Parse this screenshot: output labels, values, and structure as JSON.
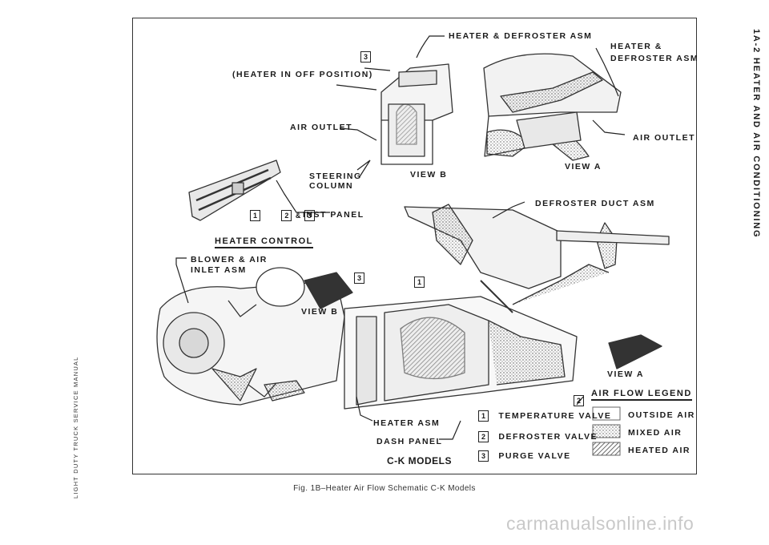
{
  "page": {
    "side_header": "1A-2  HEATER AND AIR CONDITIONING",
    "side_footer": "LIGHT DUTY TRUCK SERVICE MANUAL",
    "caption": "Fig. 1B–Heater Air Flow Schematic C-K Models",
    "watermark": "carmanualsonline.info"
  },
  "figure": {
    "title": "C-K MODELS",
    "heater_control_heading": "HEATER CONTROL",
    "labels": {
      "heater_defroster_top": "HEATER & DEFROSTER ASM",
      "heater_off_position": "(HEATER IN OFF POSITION)",
      "air_outlet_left": "AIR OUTLET",
      "steering_column_1": "STEERING",
      "steering_column_2": "COLUMN",
      "view_b_top": "VIEW B",
      "heater_defroster_right_1": "HEATER &",
      "heater_defroster_right_2": "DEFROSTER ASM",
      "air_outlet_right": "AIR OUTLET",
      "view_a_top": "VIEW A",
      "inst_panel": "INST PANEL",
      "defroster_duct": "DEFROSTER DUCT ASM",
      "blower_1": "BLOWER & AIR",
      "blower_2": "INLET ASM",
      "view_b_lower": "VIEW B",
      "view_a_lower": "VIEW A",
      "heater_asm": "HEATER ASM",
      "dash_panel": "DASH PANEL",
      "control_amp": "&"
    },
    "callouts": {
      "c1": "1",
      "c2": "2",
      "c3": "3"
    },
    "valves": [
      {
        "num": "1",
        "label": "TEMPERATURE VALVE"
      },
      {
        "num": "2",
        "label": "DEFROSTER VALVE"
      },
      {
        "num": "3",
        "label": "PURGE VALVE"
      }
    ],
    "legend": {
      "heading": "AIR FLOW LEGEND",
      "items": [
        {
          "label": "OUTSIDE AIR"
        },
        {
          "label": "MIXED AIR"
        },
        {
          "label": "HEATED AIR"
        }
      ]
    }
  }
}
